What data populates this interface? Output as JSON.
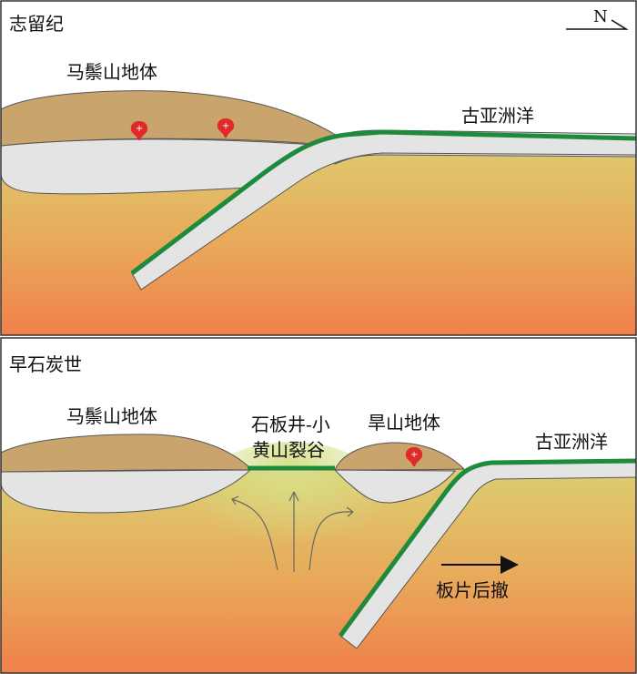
{
  "panels": [
    {
      "period": "志留纪",
      "north_label": "N",
      "labels": {
        "block": "马鬃山地体",
        "ocean": "古亚洲洋"
      }
    },
    {
      "period": "早石炭世",
      "labels": {
        "block": "马鬃山地体",
        "rift_line1": "石板井-小",
        "rift_line2": "黄山裂谷",
        "terrane": "旱山地体",
        "ocean": "古亚洲洋",
        "rollback": "板片后撤"
      }
    }
  ],
  "colors": {
    "mantle_top": "#d9cd72",
    "mantle_bottom": "#f08048",
    "continental_block": "#c9a46c",
    "crust_layer": "#e4e4e4",
    "oceanic_slab_green": "#1f8a3c",
    "pluton_red": "#e02a2a"
  },
  "icons": [
    "pluton-icon",
    "arrow-right-icon",
    "north-arrow-icon"
  ]
}
